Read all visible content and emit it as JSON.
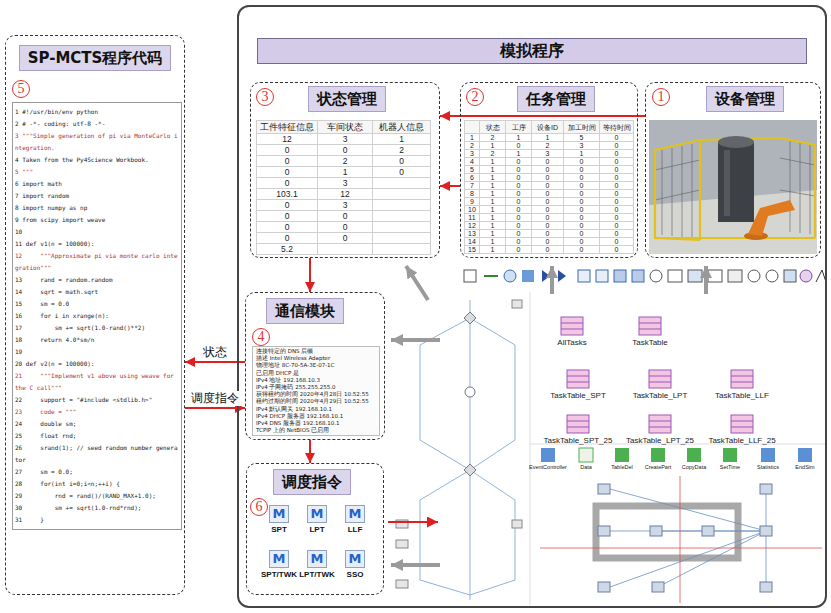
{
  "diagram": {
    "nodes": [
      {
        "text": [
          "SP-MCTS程序代码",
          "5"
        ]
      },
      {
        "text": [
          "模拟程序"
        ]
      },
      {
        "text": [
          "状态管理",
          "3"
        ],
        "in": 1
      },
      {
        "text": [
          "任务管理",
          "2"
        ],
        "in": 1
      },
      {
        "text": [
          "设备管理",
          "1"
        ],
        "in": 1
      },
      {
        "text": [
          "通信模块",
          "4"
        ],
        "in": 1
      },
      {
        "text": [
          "调度指令",
          "6"
        ],
        "in": 1
      },
      {
        "text": [
          "M",
          "SPT"
        ],
        "in": 6
      },
      {
        "text": [
          "M",
          "LPT"
        ],
        "in": 6
      },
      {
        "text": [
          "M",
          "LLF"
        ],
        "in": 6
      },
      {
        "text": [
          "M",
          "SPT/TWK"
        ],
        "in": 6
      },
      {
        "text": [
          "M",
          "LPT/TWK"
        ],
        "in": 6
      },
      {
        "text": [
          "M",
          "SSO"
        ],
        "in": 6
      }
    ],
    "edges": [
      {
        "from": 4,
        "to": 2,
        "arrow": "to"
      },
      {
        "from": 3,
        "to": 2,
        "arrow": "to"
      },
      {
        "from": 2,
        "to": 5,
        "arrow": "to"
      },
      {
        "from": 5,
        "to": 0,
        "label": "状态",
        "arrow": "to"
      },
      {
        "from": 0,
        "to": 5,
        "label": "调度指令",
        "arrow": "to"
      },
      {
        "from": 5,
        "to": 6,
        "arrow": "to"
      }
    ],
    "labels": [
      "1 #!/usr/bin/env python",
      "2 # -*- coding: utf-8 -*-",
      "3 \"\"\"Simple generation of pi via MonteCarlo integration.",
      "4 Taken from the Py4Science Workbook.",
      "5 \"\"\"",
      "6 import math",
      "7 import random",
      "8 import numpy as np",
      "9 from scipy import weave",
      "10",
      "11 def v1(n = 100000):",
      "12     \"\"\"Approximate pi via monte carlo integration\"\"\"",
      "13     rand = random.random",
      "14     sqrt = math.sqrt",
      "15     sm = 0.0",
      "16     for i in xrange(n):",
      "17         sm += sqrt(1.0-rand()**2)",
      "18     return 4.0*sm/n",
      "19",
      "20 def v2(n = 100000):",
      "21     \"\"\"Implement v1 above using weave for the C call\"\"\"",
      "22     support = \"#include <stdlib.h>\"",
      "23     code = \"\"\"",
      "24     double sm;",
      "25     float rnd;",
      "26     srand(1); // seed random number generator",
      "27     sm = 0.0;",
      "28     for(int i=0;i<n;++i) {",
      "29         rnd = rand()/(RAND_MAX+1.0);",
      "30         sm += sqrt(1.0-rnd*rnd);",
      "31     }",
      "工件特征信息",
      "车间状态",
      "机器人信息",
      "12",
      "3",
      "1",
      "0",
      "0",
      "2",
      "0",
      "2",
      "0",
      "0",
      "1",
      "0",
      "0",
      "3",
      "103.1",
      "12",
      "0",
      "3",
      "0",
      "0",
      "0",
      "0",
      "0",
      "0",
      "5.2",
      "状态",
      "工序",
      "设备ID",
      "加工时间",
      "等待时间",
      "1",
      "2",
      "1",
      "1",
      "5",
      "0",
      "2",
      "1",
      "0",
      "2",
      "3",
      "0",
      "3",
      "2",
      "1",
      "3",
      "1",
      "0",
      "4",
      "1",
      "0",
      "0",
      "0",
      "0",
      "5",
      "1",
      "0",
      "0",
      "0",
      "0",
      "6",
      "1",
      "0",
      "0",
      "0",
      "0",
      "7",
      "1",
      "0",
      "0",
      "0",
      "0",
      "8",
      "1",
      "0",
      "0",
      "0",
      "0",
      "9",
      "1",
      "0",
      "0",
      "0",
      "0",
      "10",
      "1",
      "0",
      "0",
      "0",
      "0",
      "11",
      "1",
      "0",
      "0",
      "0",
      "0",
      "12",
      "1",
      "0",
      "0",
      "0",
      "0",
      "13",
      "1",
      "0",
      "0",
      "0",
      "0",
      "14",
      "1",
      "0",
      "0",
      "0",
      "0",
      "15",
      "1",
      "0",
      "0",
      "0",
      "0",
      "连接特定的 DNS 后缀",
      "描述 Intel Wireless Adapter",
      "物理地址 8C-70-5A-3E-07-1C",
      "已启用 DHCP 是",
      "IPv4 地址 192.168.10.3",
      "IPv4 子网掩码 255.255.255.0",
      "获得租约的时间 2020年4月28日 10:52:55",
      "租约过期的时间 2020年4月29日 10:52:55",
      "IPv4 默认网关 192.168.10.1",
      "IPv4 DHCP 服务器 192.168.10.1",
      "IPv4 DNS 服务器 192.168.10.1",
      "TCPIP 上的 NetBIOS 已启用",
      "AllTasks",
      "TaskTable",
      "TaskTable_SPT",
      "TaskTable_LPT",
      "TaskTable_LLF",
      "TaskTable_SPT_25",
      "TaskTable_LPT_25",
      "TaskTable_LLF_25",
      "EventController",
      "Data",
      "TableDel",
      "CreatePart",
      "CopyData",
      "SetTime",
      "Statistics",
      "EndSim"
    ]
  }
}
